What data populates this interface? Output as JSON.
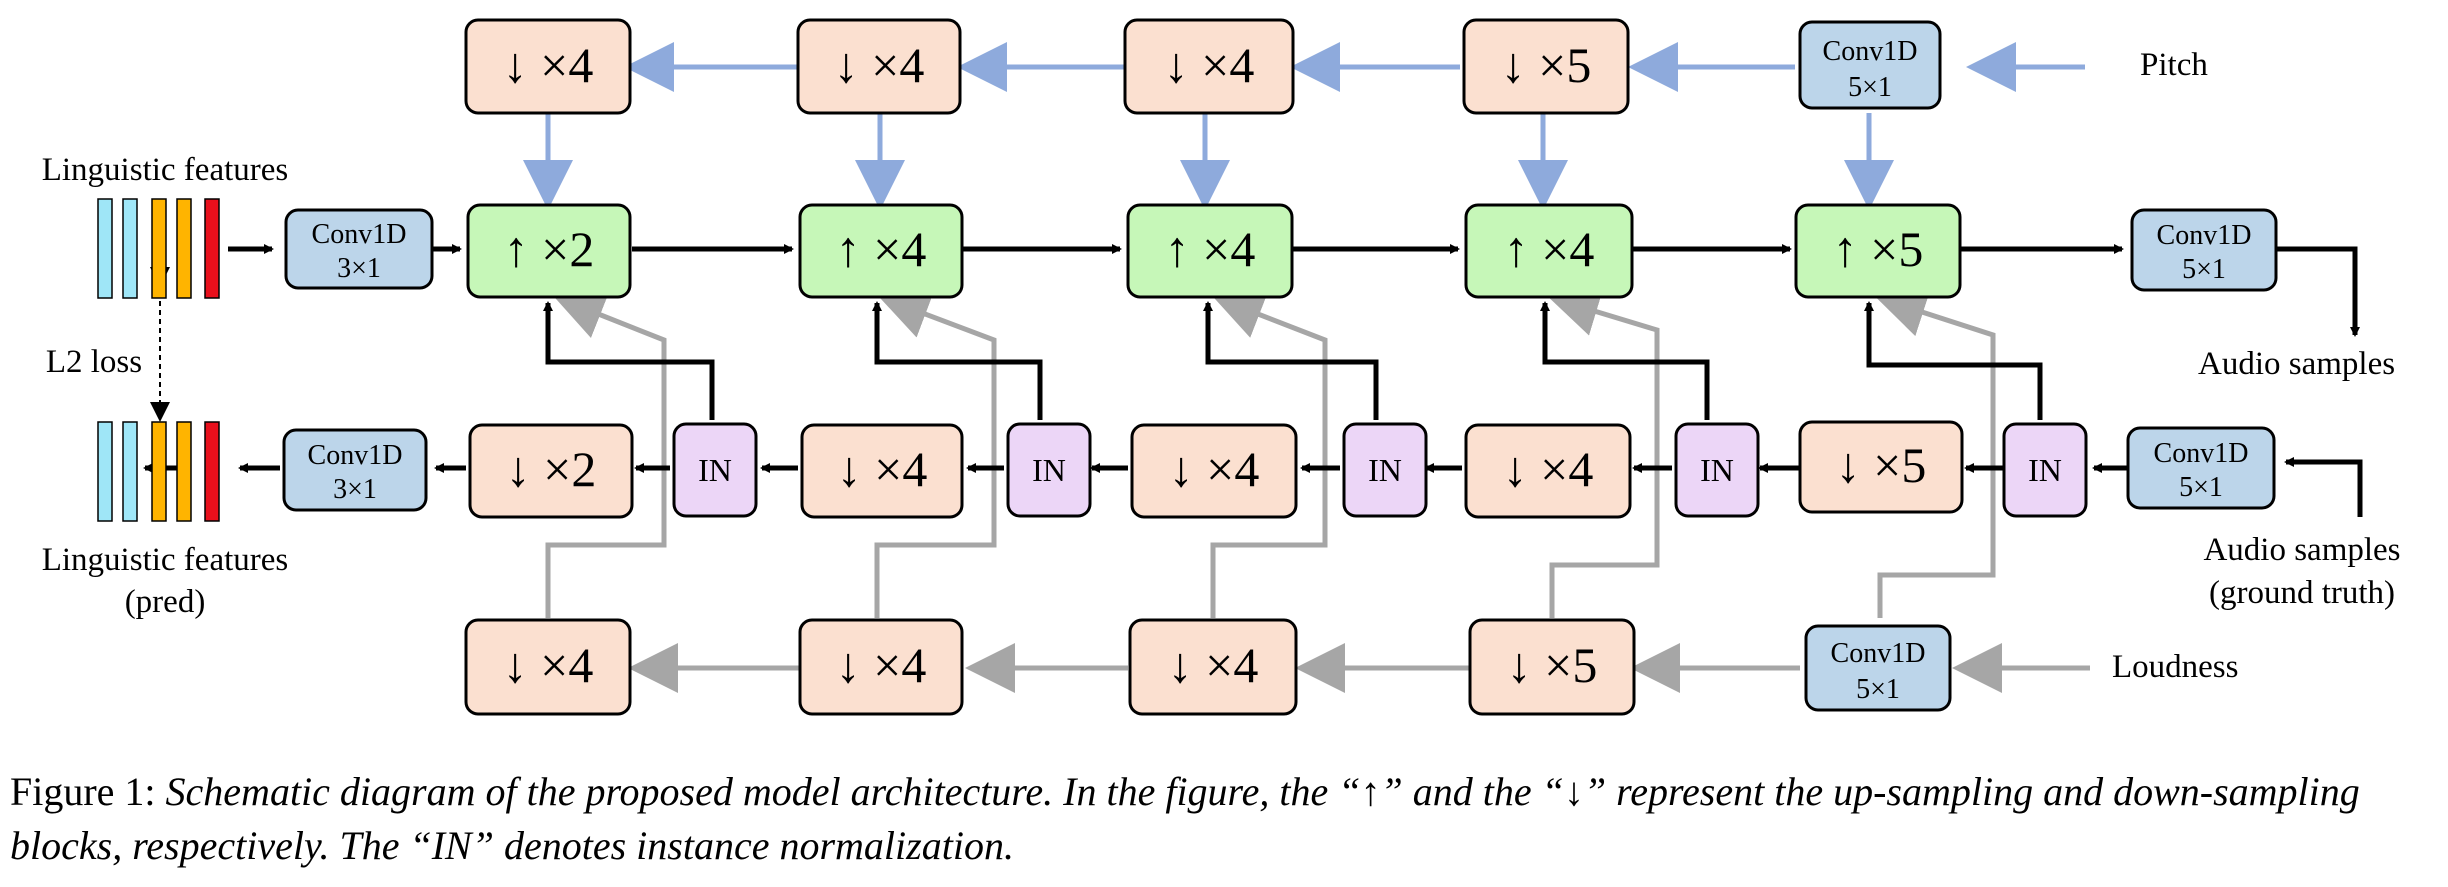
{
  "colors": {
    "pitch_arrow": "#8eaadc",
    "loudness_arrow": "#a6a6a6",
    "main_arrow": "#000000",
    "down_block": "#fbe0d0",
    "up_block": "#c6f7b8",
    "conv_block": "#bcd5ea",
    "in_block": "#ecd6f7",
    "feature_cyan": "#9fe6f7",
    "feature_orange": "#ffb400",
    "feature_red": "#e8101c"
  },
  "labels": {
    "linguistic_features": "Linguistic features",
    "l2_loss": "L2 loss",
    "linguistic_pred_1": "Linguistic features",
    "linguistic_pred_2": "(pred)",
    "pitch": "Pitch",
    "audio_samples": "Audio samples",
    "audio_gt_1": "Audio samples",
    "audio_gt_2": "(ground truth)",
    "loudness": "Loudness"
  },
  "blocks": {
    "pitch_down": [
      "↓ ×4",
      "↓ ×4",
      "↓ ×4",
      "↓ ×5"
    ],
    "pitch_conv": [
      "Conv1D",
      "5×1"
    ],
    "input_conv": [
      "Conv1D",
      "3×1"
    ],
    "upsample": [
      "↑ ×2",
      "↑ ×4",
      "↑ ×4",
      "↑ ×4",
      "↑ ×5"
    ],
    "output_conv": [
      "Conv1D",
      "5×1"
    ],
    "pred_conv": [
      "Conv1D",
      "3×1"
    ],
    "audio_down": [
      "↓ ×2",
      "↓ ×4",
      "↓ ×4",
      "↓ ×4",
      "↓ ×5"
    ],
    "in_label": "IN",
    "audio_conv": [
      "Conv1D",
      "5×1"
    ],
    "loud_down": [
      "↓ ×4",
      "↓ ×4",
      "↓ ×4",
      "↓ ×5"
    ],
    "loud_conv": [
      "Conv1D",
      "5×1"
    ]
  },
  "caption": {
    "prefix": "Figure 1: ",
    "text": "Schematic diagram of the proposed model architecture. In the figure, the “↑” and the “↓” represent the up-sampling and down-sampling blocks, respectively. The “IN” denotes instance normalization."
  }
}
